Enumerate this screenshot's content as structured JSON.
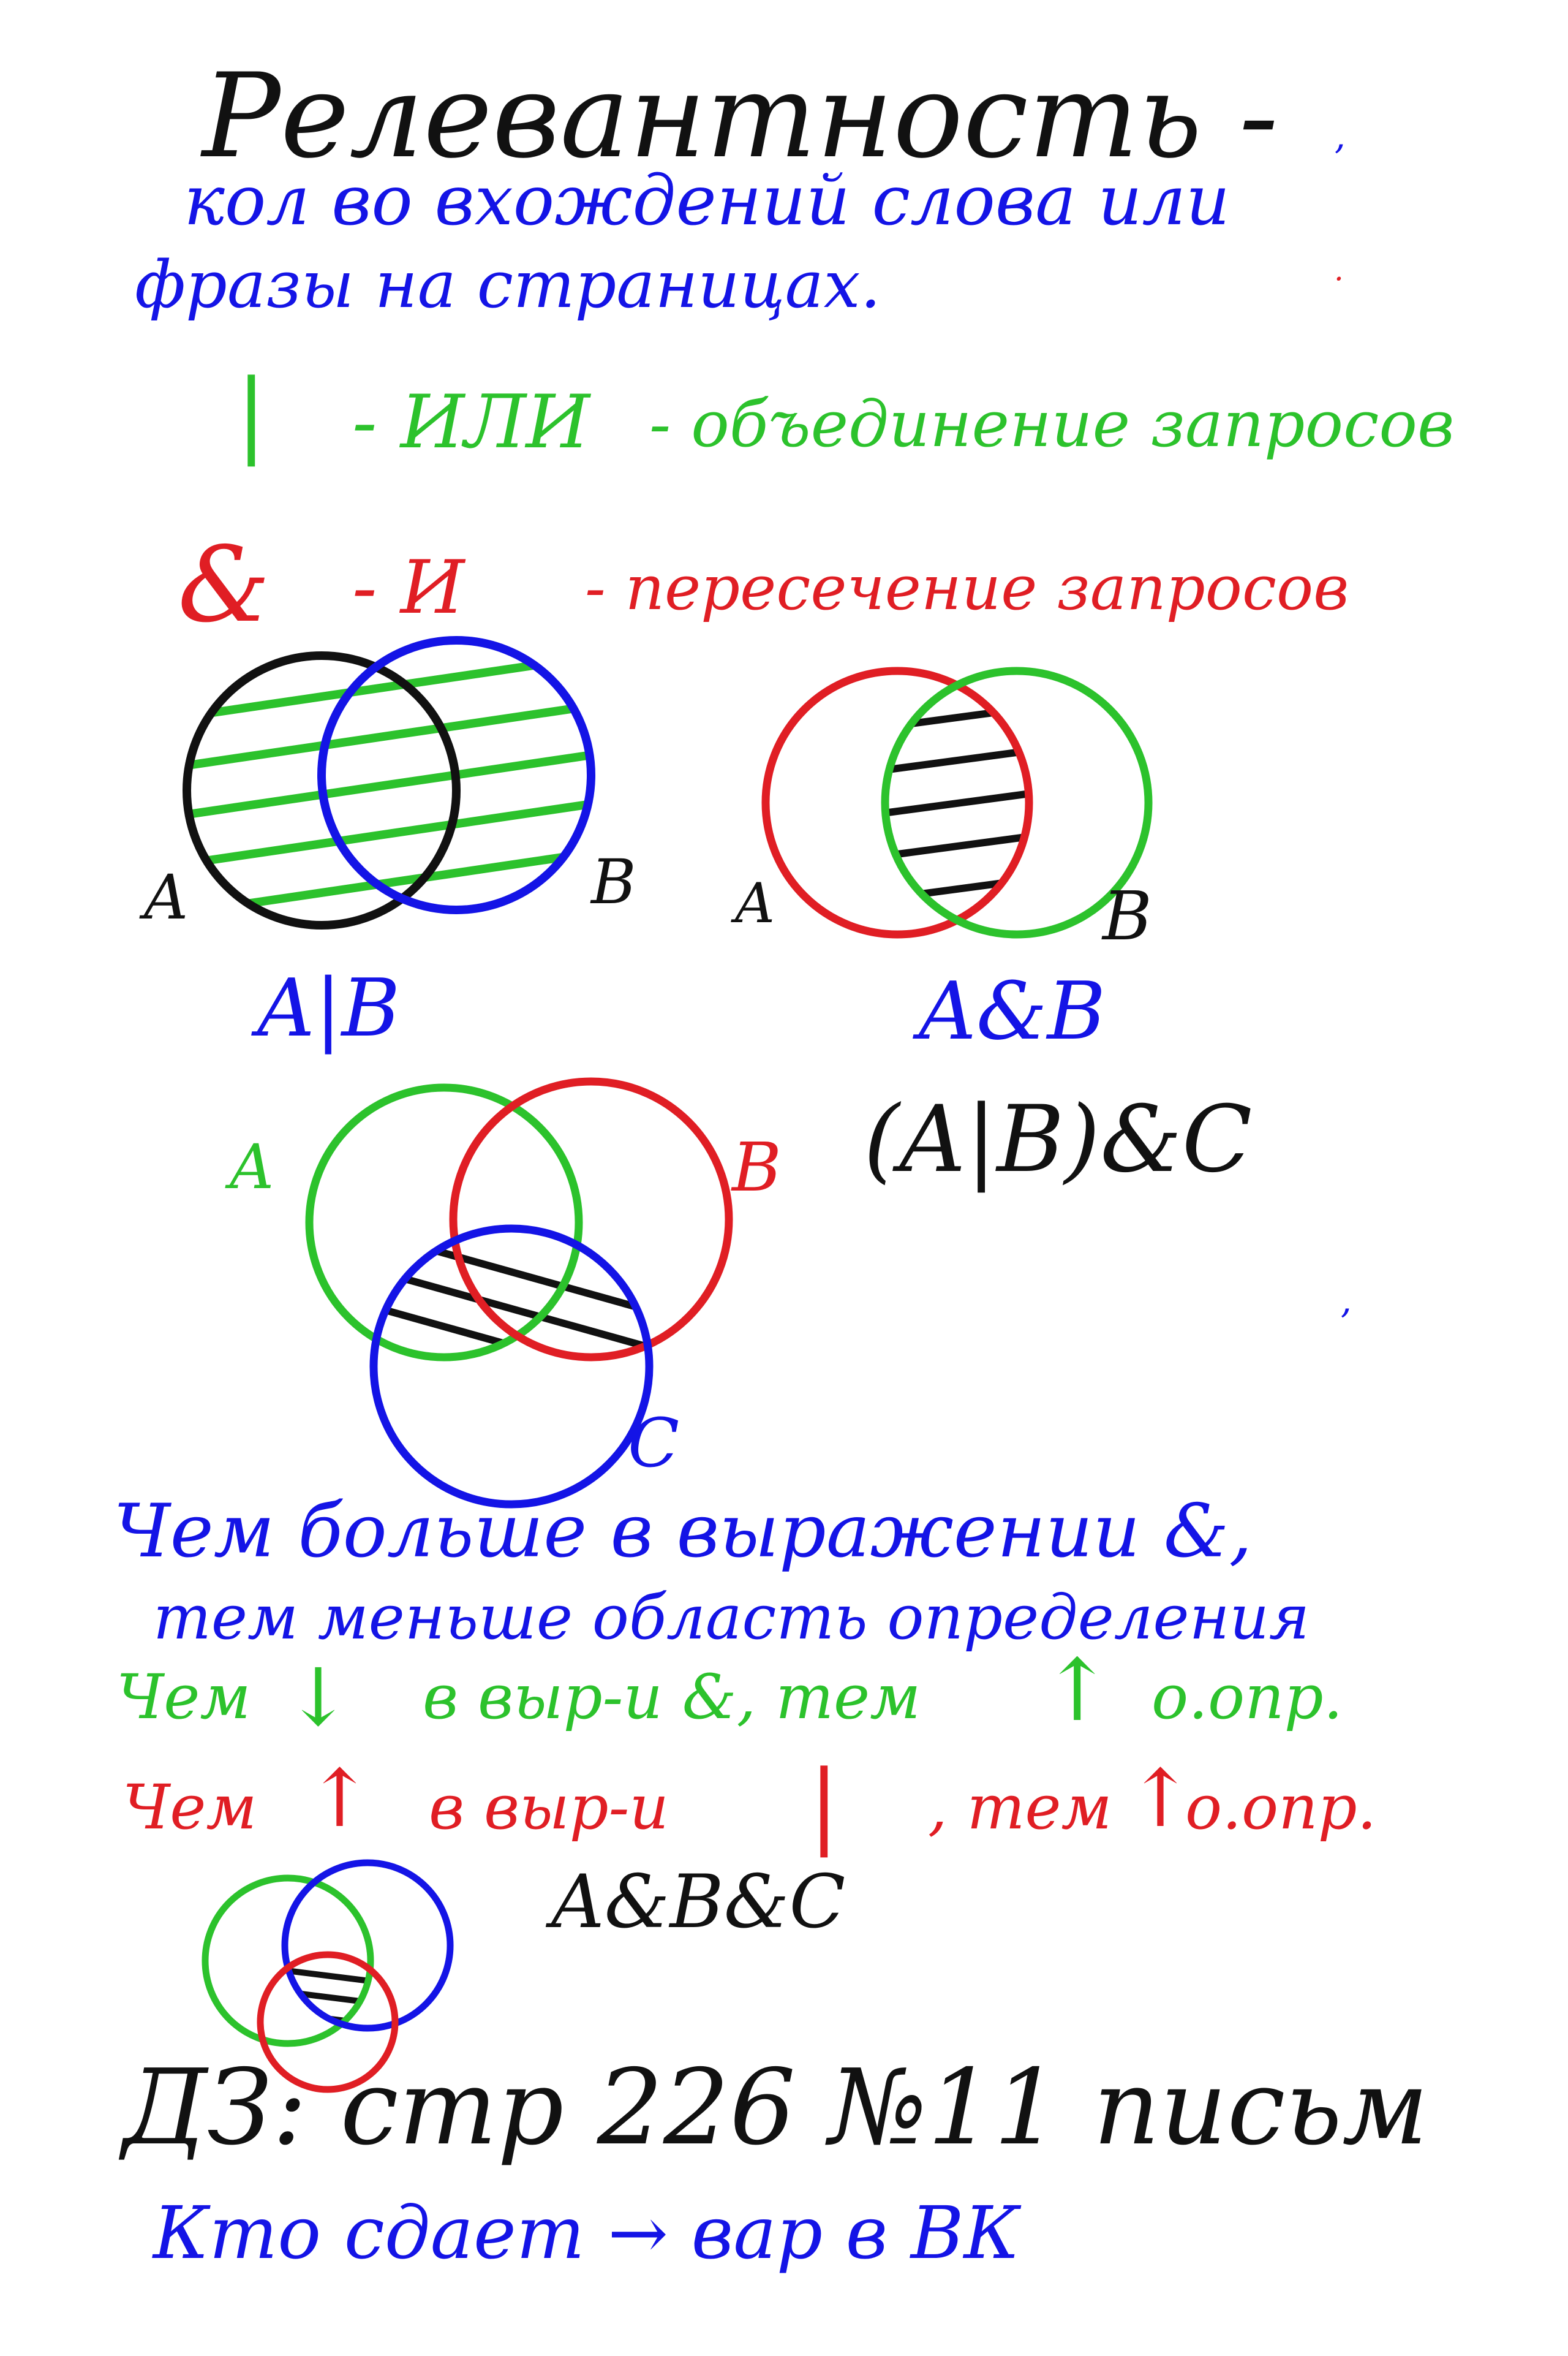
{
  "colors": {
    "black": "#111111",
    "blue": "#1414e6",
    "green": "#2cc22c",
    "red": "#e01e24"
  },
  "title": "Релевантность -",
  "definition": {
    "line1": "кол во вхождений слова или",
    "line2": "фразы на страницах."
  },
  "operators": {
    "or_line": {
      "symbol": "|",
      "word": "- ИЛИ",
      "meaning": "- объединение запросов"
    },
    "and_line": {
      "symbol": "&",
      "word": "- И",
      "meaning": "- пересечение запросов"
    }
  },
  "diagrams": {
    "union": {
      "label_a": "A",
      "label_b": "B",
      "caption": "A|B"
    },
    "intersection": {
      "label_a": "A",
      "label_b": "B",
      "caption": "A&B"
    },
    "three_sets": {
      "label_a": "A",
      "label_b": "B",
      "label_c": "C",
      "expression": "(A|B)&C"
    },
    "small_three": {
      "expression": "A&B&C"
    }
  },
  "rules": {
    "line1": "Чем больше в выражении &,",
    "line2": "тем меньше область определения",
    "green_rule": {
      "part1": "Чем",
      "arrow_down": "↓",
      "part2": "в выр-и &, тем",
      "arrow_up": "↑",
      "part3": "о.опр."
    },
    "red_rule": {
      "part1": "Чем",
      "arrow_up1": "↑",
      "part2": "в выр-и",
      "symbol": "|",
      "part3": ", тем",
      "arrow_up2": "↑",
      "part4": "о.опр."
    }
  },
  "homework": {
    "line": "ДЗ: стр 226 №11 письм",
    "note": "Кто сдает → вар в ВК"
  }
}
